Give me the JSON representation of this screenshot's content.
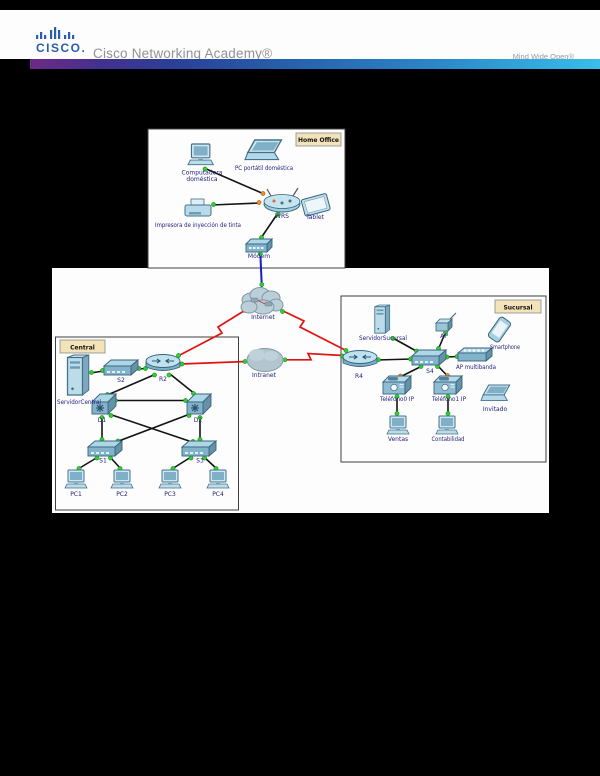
{
  "header": {
    "logo": "CISCO.",
    "brand": "Cisco Networking Academy®",
    "tagline": "Mind Wide Open®"
  },
  "diagram": {
    "regions": {
      "home_office": "Home Office",
      "central": "Central",
      "branch": "Sucursal"
    },
    "clouds": {
      "wan": "Internet",
      "intranet": "Intranet"
    },
    "home_office": {
      "desktop_line1": "Computadora",
      "desktop_line2": "doméstica",
      "laptop": "PC portátil doméstica",
      "printer": "Impresora de inyección de tinta",
      "wireless_router": "WRS",
      "tablet": "Tablet",
      "modem": "Módem"
    },
    "central": {
      "server": "ServidorCentral",
      "switch": "S2",
      "router": "R2",
      "mls_left": "D1",
      "mls_right": "D2",
      "access_left": "S1",
      "access_right": "S3",
      "pc1": "PC1",
      "pc2": "PC2",
      "pc3": "PC3",
      "pc4": "PC4"
    },
    "branch": {
      "server": "ServidorSucursal",
      "router": "R4",
      "switch": "S4",
      "ap": "AP",
      "multiband_ap": "AP multibanda",
      "smartphone": "Smartphone",
      "phone_left": "Teléfono0 IP",
      "phone_right": "Teléfono1 IP",
      "pc_sales": "Ventas",
      "pc_accounting": "Contabilidad",
      "laptop": "Invitado"
    },
    "colors": {
      "ethernet_link": "#131313",
      "serial_link": "#e31212",
      "coax_link": "#1a1acd",
      "link_up_dot": "#2bd32b",
      "link_activity_dot": "#ef8b2a",
      "region_label_bg": "#f2e3b8"
    }
  }
}
